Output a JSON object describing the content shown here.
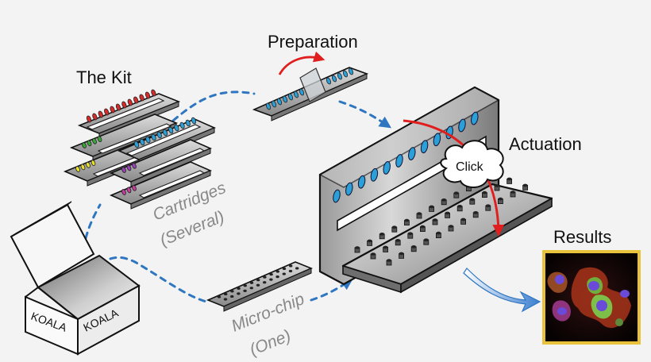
{
  "labels": {
    "the_kit": "The Kit",
    "preparation": "Preparation",
    "actuation": "Actuation",
    "results": "Results",
    "cartridges": "Cartridges",
    "cartridges_sub": "(Several)",
    "microchip": "Micro-chip",
    "microchip_sub": "(One)",
    "click": "Click",
    "box_front": "KOALA",
    "box_side": "KOALA"
  },
  "colors": {
    "flow_arrow": "#2f76c0",
    "action_arrow": "#e01e1e",
    "well_blue": "#2a9fd8",
    "cartridge_red": "#d62b2b",
    "cartridge_green": "#3aa838",
    "cartridge_yellow": "#e8e02a",
    "cartridge_purple": "#9a3fb8",
    "cartridge_magenta": "#c63c9c",
    "cartridge_cyan": "#2a9fd8",
    "results_frame": "#e8c23a"
  }
}
